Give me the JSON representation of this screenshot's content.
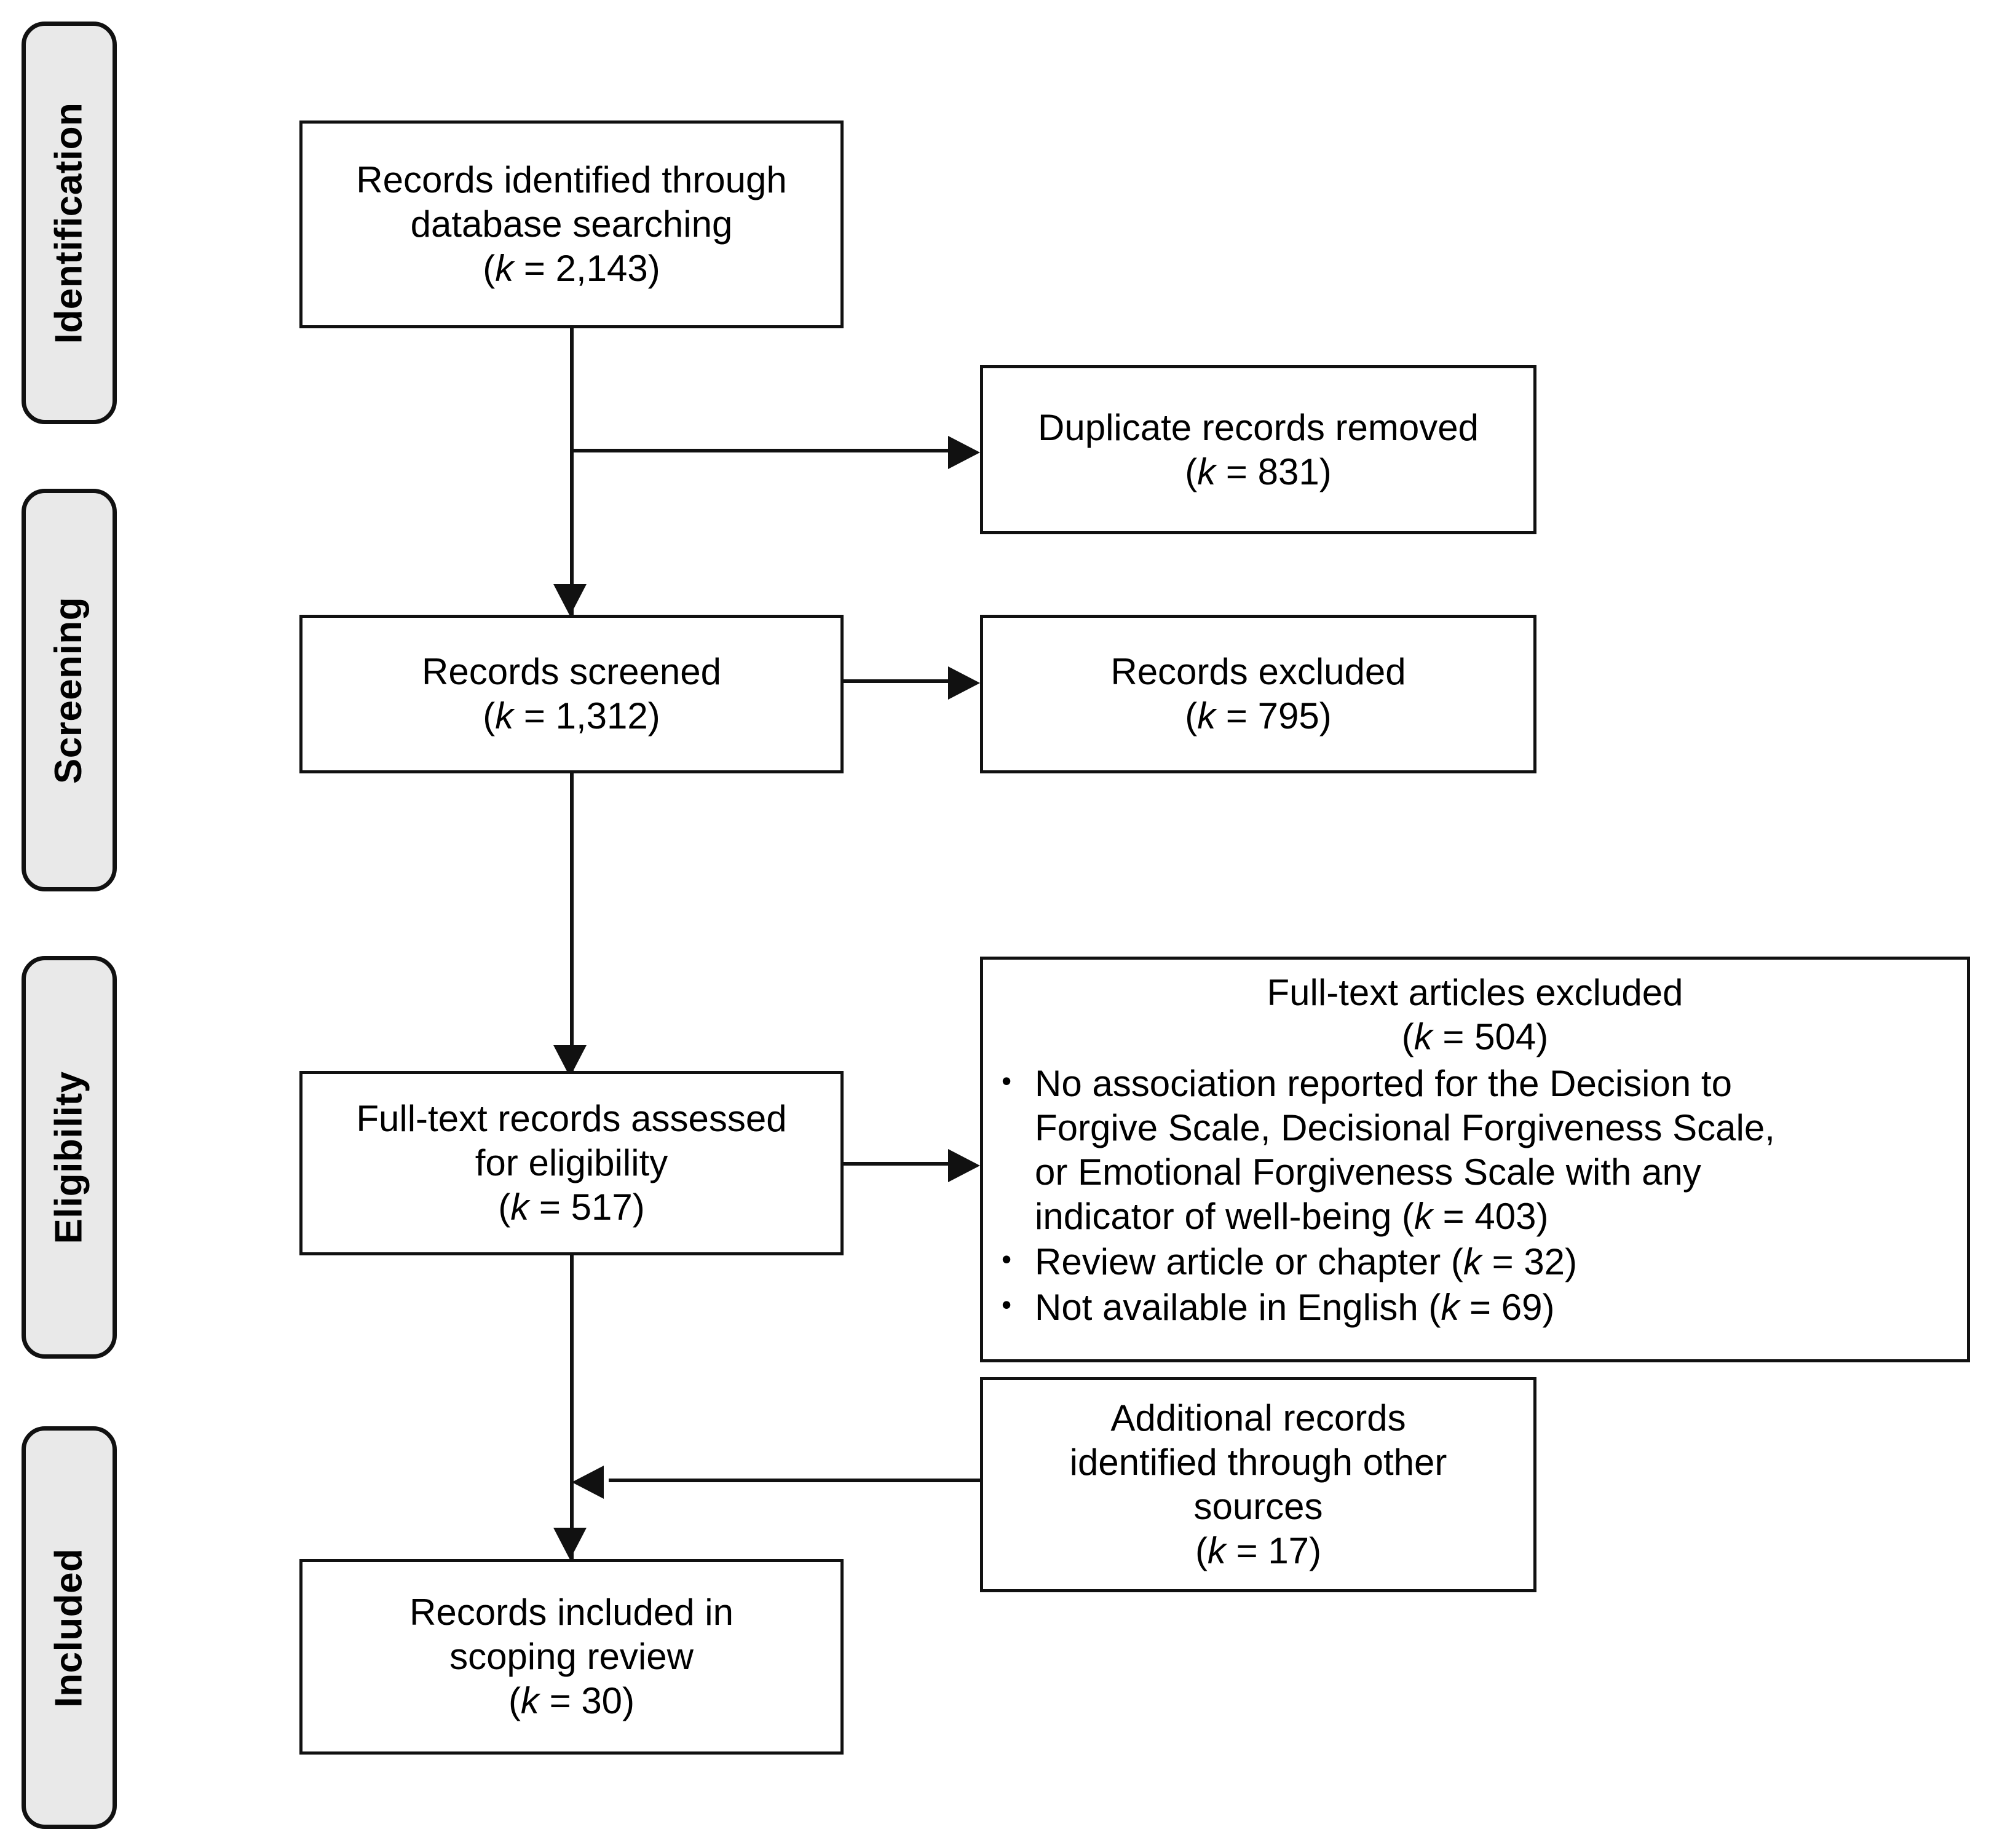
{
  "diagram": {
    "type": "prisma-flow-diagram",
    "count_symbol": "k",
    "stages": [
      {
        "id": "identification",
        "label": "Identification"
      },
      {
        "id": "screening",
        "label": "Screening"
      },
      {
        "id": "eligibility",
        "label": "Eligibility"
      },
      {
        "id": "included",
        "label": "Included"
      }
    ],
    "boxes": {
      "records_identified": {
        "line1": "Records identified through",
        "line2": "database searching",
        "count_prefix": "(",
        "count_k": "k",
        "count_eq": " = ",
        "count_value": "2,143",
        "count_suffix": ")"
      },
      "duplicates_removed": {
        "line1": "Duplicate records removed",
        "count_k": "k",
        "count_eq": " = ",
        "count_value": "831"
      },
      "records_screened": {
        "line1": "Records screened",
        "count_k": "k",
        "count_eq": " = ",
        "count_value": "1,312"
      },
      "records_excluded": {
        "line1": "Records excluded",
        "count_k": "k",
        "count_eq": " = ",
        "count_value": "795"
      },
      "fulltext_assessed": {
        "line1": "Full-text records assessed",
        "line2": "for eligibility",
        "count_k": "k",
        "count_eq": " = ",
        "count_value": "517"
      },
      "fulltext_excluded": {
        "heading": "Full-text articles excluded",
        "count_k": "k",
        "count_eq": " = ",
        "count_value": "504",
        "bullet_glyph": "•",
        "reasons": [
          {
            "text_line1": "No association reported for the Decision to",
            "text_line2": "Forgive Scale, Decisional Forgiveness Scale,",
            "text_line3": "or Emotional Forgiveness Scale with any",
            "text_line4": "indicator of well-being",
            "count_k": "k",
            "count_eq": " = ",
            "count_value": "403"
          },
          {
            "text_line1": "Review article or chapter",
            "count_k": "k",
            "count_eq": " = ",
            "count_value": "32"
          },
          {
            "text_line1": "Not available in English",
            "count_k": "k",
            "count_eq": " = ",
            "count_value": "69"
          }
        ]
      },
      "additional_records": {
        "line1": "Additional records",
        "line2": "identified through other",
        "line3": "sources",
        "count_k": "k",
        "count_eq": " = ",
        "count_value": "17"
      },
      "records_included": {
        "line1": "Records included in",
        "line2": "scoping review",
        "count_k": "k",
        "count_eq": " = ",
        "count_value": "30"
      }
    },
    "colors": {
      "line": "#111111",
      "box_fill": "#ffffff",
      "pill_fill": "#e9e9e9",
      "text": "#000000"
    }
  }
}
